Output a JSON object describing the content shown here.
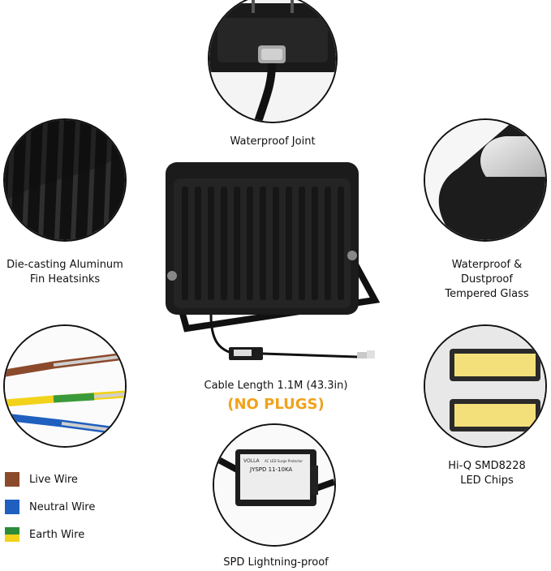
{
  "labels": {
    "waterproof_joint": "Waterproof Joint",
    "heatsink_line1": "Die-casting Aluminum",
    "heatsink_line2": "Fin Heatsinks",
    "glass_line1": "Waterproof &",
    "glass_line2": "Dustproof",
    "glass_line3": "Tempered Glass",
    "cable_length": "Cable Length 1.1M (43.3in)",
    "no_plugs": "(NO PLUGS)",
    "chips_line1": "Hi-Q SMD8228",
    "chips_line2": "LED Chips",
    "spd": "SPD  Lightning-proof"
  },
  "spd_box": {
    "brand": "VOLLA",
    "model": "JYSPD 11-10KA",
    "subtitle": "AC LED Surge Protector"
  },
  "legend": [
    {
      "label": "Live Wire",
      "color": "#8b4a2b"
    },
    {
      "label": "Neutral Wire",
      "color": "#1f5fbf"
    },
    {
      "label": "Earth Wire",
      "color": "#2e8b3a",
      "color2": "#f2d21b"
    }
  ],
  "colors": {
    "accent": "#f0a21c",
    "housing": "#1b1b1b"
  }
}
